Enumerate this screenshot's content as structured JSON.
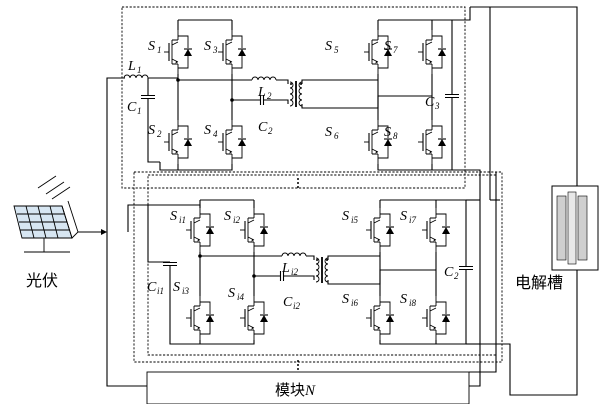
{
  "pv": {
    "label": "光伏"
  },
  "electrolyzer": {
    "label": "电解槽"
  },
  "module_n": {
    "label_prefix": "模块",
    "label_var": "N"
  },
  "module1": {
    "inductor_in": {
      "main": "L",
      "sub": "1"
    },
    "cap_in": {
      "main": "C",
      "sub": "1"
    },
    "inductor_res": {
      "main": "L",
      "sub": "2"
    },
    "cap_res": {
      "main": "C",
      "sub": "2"
    },
    "cap_out": {
      "main": "C",
      "sub": "3"
    },
    "switches": [
      {
        "main": "S",
        "sub": "1"
      },
      {
        "main": "S",
        "sub": "2"
      },
      {
        "main": "S",
        "sub": "3"
      },
      {
        "main": "S",
        "sub": "4"
      },
      {
        "main": "S",
        "sub": "5"
      },
      {
        "main": "S",
        "sub": "6"
      },
      {
        "main": "S",
        "sub": "7"
      },
      {
        "main": "S",
        "sub": "8"
      }
    ]
  },
  "module_i": {
    "cap_in": {
      "main": "C",
      "sub": "i1"
    },
    "inductor_res": {
      "main": "L",
      "sub": "i2"
    },
    "cap_res": {
      "main": "C",
      "sub": "i2"
    },
    "cap_out": {
      "main": "C",
      "sub": "2"
    },
    "switches": [
      {
        "main": "S",
        "sub": "i1"
      },
      {
        "main": "S",
        "sub": "i2"
      },
      {
        "main": "S",
        "sub": "i3"
      },
      {
        "main": "S",
        "sub": "i4"
      },
      {
        "main": "S",
        "sub": "i5"
      },
      {
        "main": "S",
        "sub": "i6"
      },
      {
        "main": "S",
        "sub": "i7"
      },
      {
        "main": "S",
        "sub": "i8"
      }
    ]
  }
}
